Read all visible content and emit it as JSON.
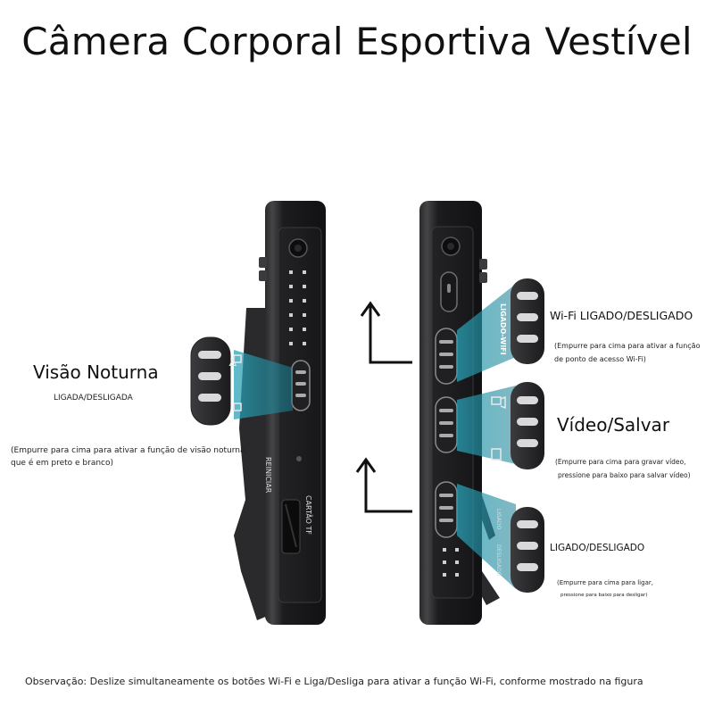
{
  "title": "Câmera Corporal Esportiva Vestível",
  "left_device": {
    "restart_label": "REINICIAR",
    "card_label": "CARTÃO TF"
  },
  "right_device": {
    "wifi_switch_label": "LIGADO-WIFI",
    "onoff_switch_label": "LIGADO",
    "off_label": "DESLIGADO"
  },
  "callouts": {
    "night_vision": {
      "title": "Visão Noturna",
      "subtitle": "LIGADA/DESLIGADA",
      "desc_line1": "(Empurre para cima para ativar a função de visão noturna,",
      "desc_line2": "que é em preto e branco)"
    },
    "wifi": {
      "title": "Wi-Fi LIGADO/DESLIGADO",
      "desc_line1": "(Empurre para cima para ativar a função",
      "desc_line2": "de ponto de acesso Wi-Fi)"
    },
    "video": {
      "title": "Vídeo/Salvar",
      "desc_line1": "(Empurre para cima para gravar vídeo,",
      "desc_line2": "pressione para baixo para salvar vídeo)"
    },
    "power": {
      "title": "LIGADO/DESLIGADO",
      "desc_line1": "(Empurre para cima para ligar,",
      "desc_line2": "pressione para baixo para desligar)"
    }
  },
  "footnote": "Observação: Deslize simultaneamente os botões Wi-Fi e Liga/Desliga para ativar a função Wi-Fi, conforme mostrado na figura",
  "colors": {
    "highlight": "#1f8fa6",
    "body": "#1b1b1d"
  }
}
